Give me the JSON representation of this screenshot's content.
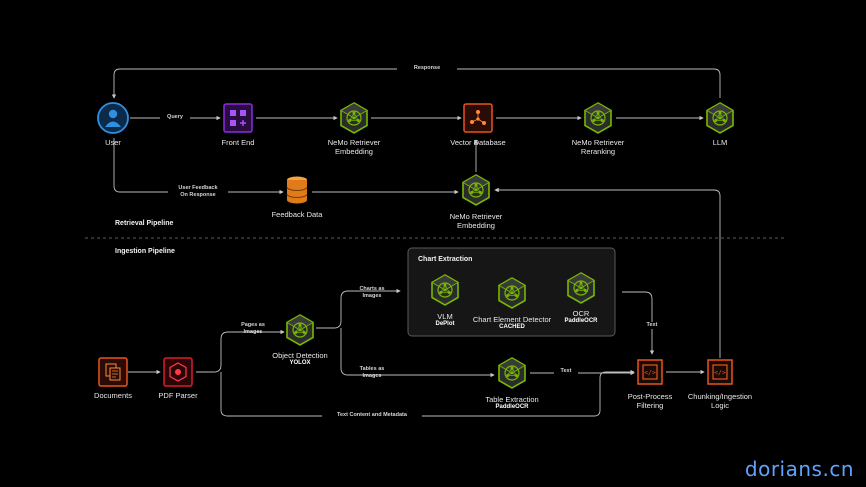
{
  "colors": {
    "background": "#000000",
    "nim_green": "#76b900",
    "line": "#bdbdbd",
    "user_blue": "#2f8fe0",
    "purple": "#8a2be2",
    "orange": "#e8541b",
    "red": "#d81e2a",
    "panel_border": "#555555"
  },
  "sections": {
    "retrieval": "Retrieval Pipeline",
    "ingestion": "Ingestion Pipeline",
    "chart_extraction": "Chart Extraction"
  },
  "nodes": {
    "user": {
      "label": "User",
      "icon": "user-icon"
    },
    "front_end": {
      "label": "Front End",
      "icon": "app-grid-icon"
    },
    "embedding_top": {
      "label": "NeMo Retriever\nEmbedding",
      "icon": "nim-cube-icon"
    },
    "vector_db": {
      "label": "Vector Database",
      "icon": "vector-db-icon"
    },
    "reranking": {
      "label": "NeMo Retriever\nReranking",
      "icon": "nim-cube-icon"
    },
    "llm": {
      "label": "LLM",
      "icon": "nim-cube-icon"
    },
    "feedback_data": {
      "label": "Feedback Data",
      "icon": "database-icon"
    },
    "embedding_mid": {
      "label": "NeMo Retriever\nEmbedding",
      "icon": "nim-cube-icon"
    },
    "documents": {
      "label": "Documents",
      "icon": "documents-icon"
    },
    "pdf_parser": {
      "label": "PDF Parser",
      "icon": "parser-icon"
    },
    "object_detection": {
      "label": "Object Detection",
      "sub": "YOLOX",
      "icon": "nim-cube-icon"
    },
    "vlm": {
      "label": "VLM",
      "sub": "DePlot",
      "icon": "nim-cube-icon"
    },
    "chart_element": {
      "label": "Chart Element Detector",
      "sub": "CACHED",
      "icon": "nim-cube-icon"
    },
    "ocr": {
      "label": "OCR",
      "sub": "PaddleOCR",
      "icon": "nim-cube-icon"
    },
    "table_extraction": {
      "label": "Table Extraction",
      "sub": "PaddleOCR",
      "icon": "nim-cube-icon"
    },
    "post_process": {
      "label": "Post-Process\nFiltering",
      "icon": "code-icon"
    },
    "chunking": {
      "label": "Chunking/Ingestion\nLogic",
      "icon": "code-icon"
    }
  },
  "edge_labels": {
    "response": "Response",
    "query": "Query",
    "user_feedback": "User Feedback\nOn Response",
    "pages_as_images": "Pages as\nImages",
    "charts_as_images": "Charts as\nImages",
    "tables_as_images": "Tables as\nImages",
    "text_chart": "Text",
    "text_table": "Text",
    "text_content": "Text Content and Metadata"
  },
  "watermark": "dorians.cn"
}
